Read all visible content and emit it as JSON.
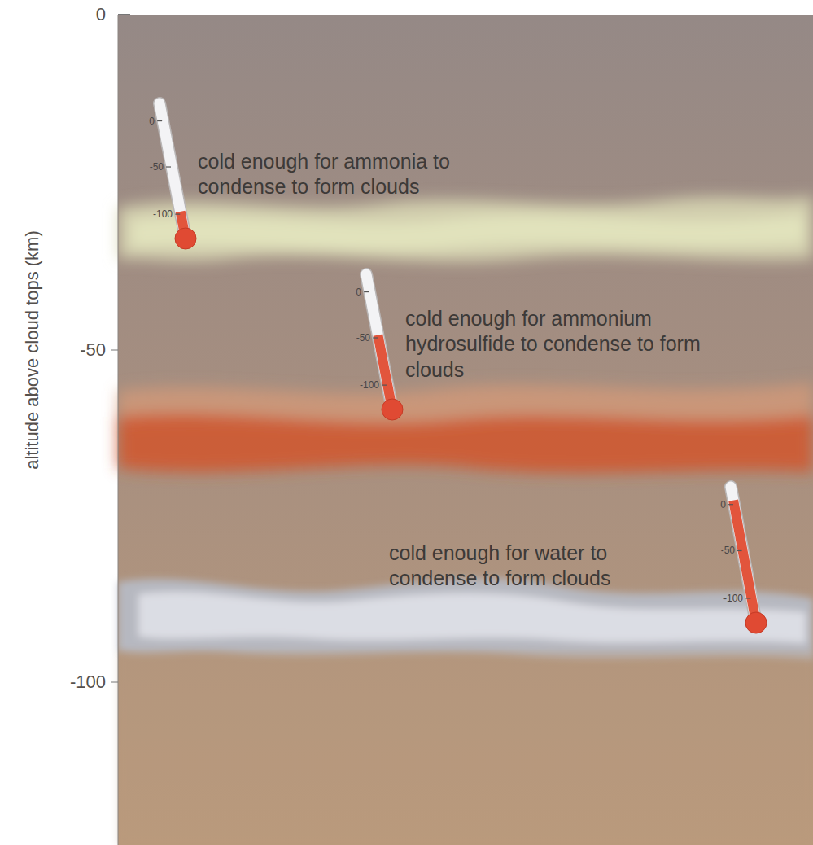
{
  "diagram": {
    "labels": [
      "0",
      "-50",
      "-100",
      "altitude above cloud tops (km)",
      "0",
      "-50",
      "-100",
      "cold enough for ammonia to condense to form clouds",
      "0",
      "-50",
      "-100",
      "cold enough for ammonium hydrosulfide to condense to form clouds",
      "0",
      "-50",
      "-100",
      "cold enough for water to condense to form clouds"
    ]
  }
}
